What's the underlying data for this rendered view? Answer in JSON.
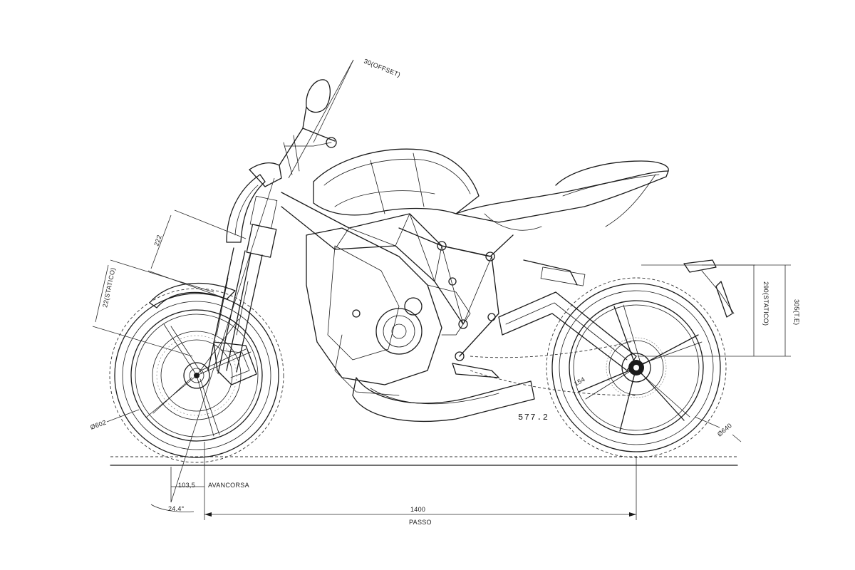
{
  "dimensions": {
    "offset": "30(OFFSET)",
    "head_height": "222",
    "front_static": "22(STATICO)",
    "front_wheel_dia": "Ø602",
    "rear_wheel_dia": "Ø640",
    "rear_static": "290(STATICO)",
    "rear_travel": "305(T.E)",
    "trail_value": "103,5",
    "trail_label": "AVANCORSA",
    "rake_angle": "24.4°",
    "wheelbase_value": "1400",
    "wheelbase_label": "PASSO",
    "swingarm_length": "577.2",
    "chain_small": "154"
  }
}
